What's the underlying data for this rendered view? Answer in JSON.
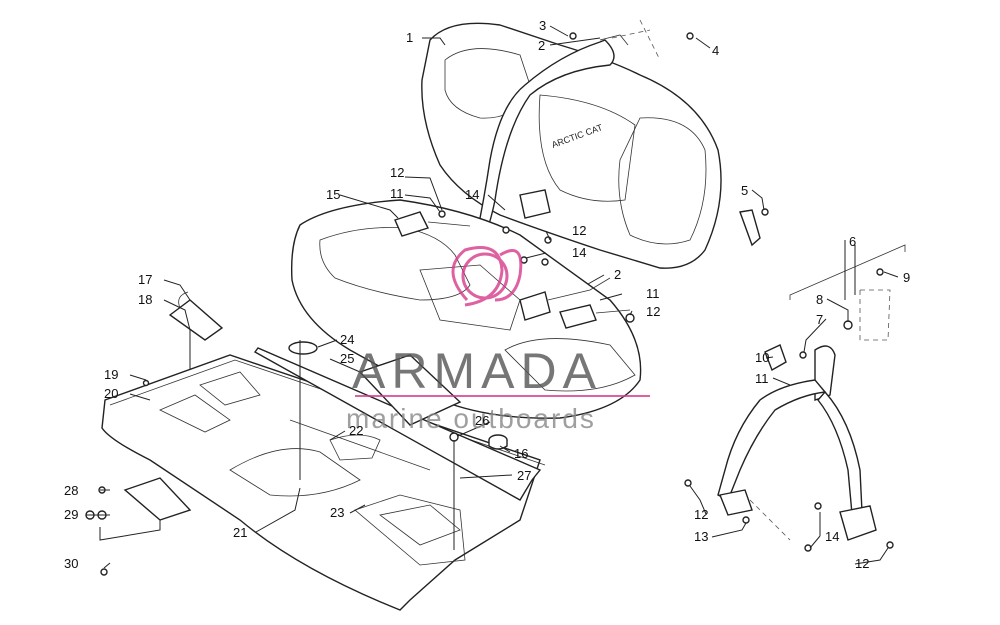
{
  "watermark": {
    "brand": "ARMADA",
    "tagline": "marine outboards",
    "accent_color": "#d63a8a"
  },
  "callouts": {
    "c1": "1",
    "c2a": "2",
    "c2b": "2",
    "c3": "3",
    "c4": "4",
    "c5": "5",
    "c6": "6",
    "c7": "7",
    "c8": "8",
    "c9": "9",
    "c10": "10",
    "c11a": "11",
    "c11b": "11",
    "c11c": "11",
    "c12a": "12",
    "c12b": "12",
    "c12c": "12",
    "c12d": "12",
    "c12e": "12",
    "c13": "13",
    "c14a": "14",
    "c14b": "14",
    "c14c": "14",
    "c15": "15",
    "c16": "16",
    "c17": "17",
    "c18": "18",
    "c19": "19",
    "c20": "20",
    "c21": "21",
    "c22": "22",
    "c23": "23",
    "c24": "24",
    "c25": "25",
    "c26": "26",
    "c27": "27",
    "c28": "28",
    "c29": "29",
    "c30": "30"
  },
  "seat_logo": "ARCTIC CAT"
}
